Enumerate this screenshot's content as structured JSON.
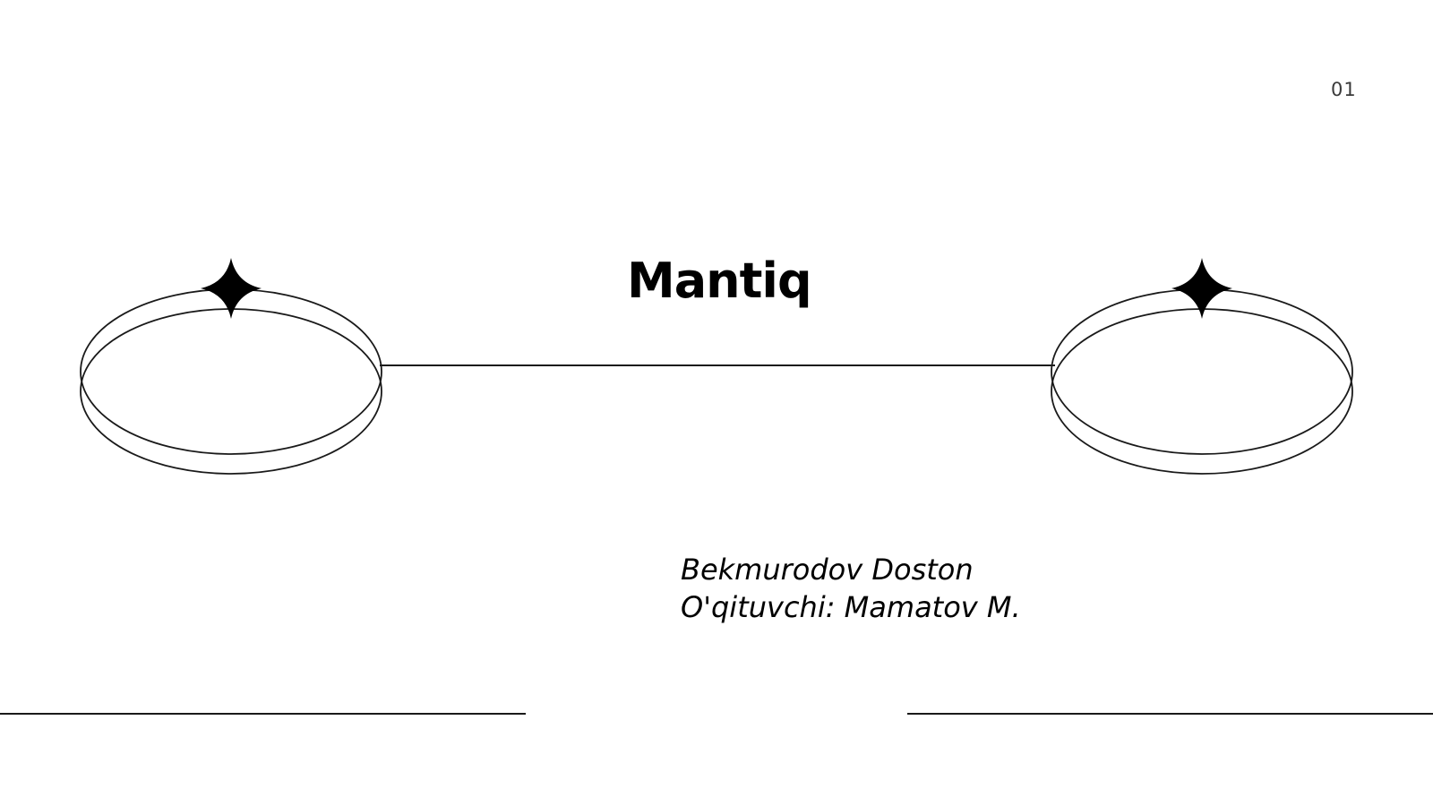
{
  "slide": {
    "page_number": "01",
    "title": "Mantiq",
    "author_line": "Bekmurodov Doston",
    "teacher_line": "O'qituvchi: Mamatov M."
  },
  "decor": {
    "left_ring_icon": "ring-with-star-icon",
    "right_ring_icon": "ring-with-star-icon",
    "line_color": "#1a1a1a",
    "star_color": "#000000"
  }
}
